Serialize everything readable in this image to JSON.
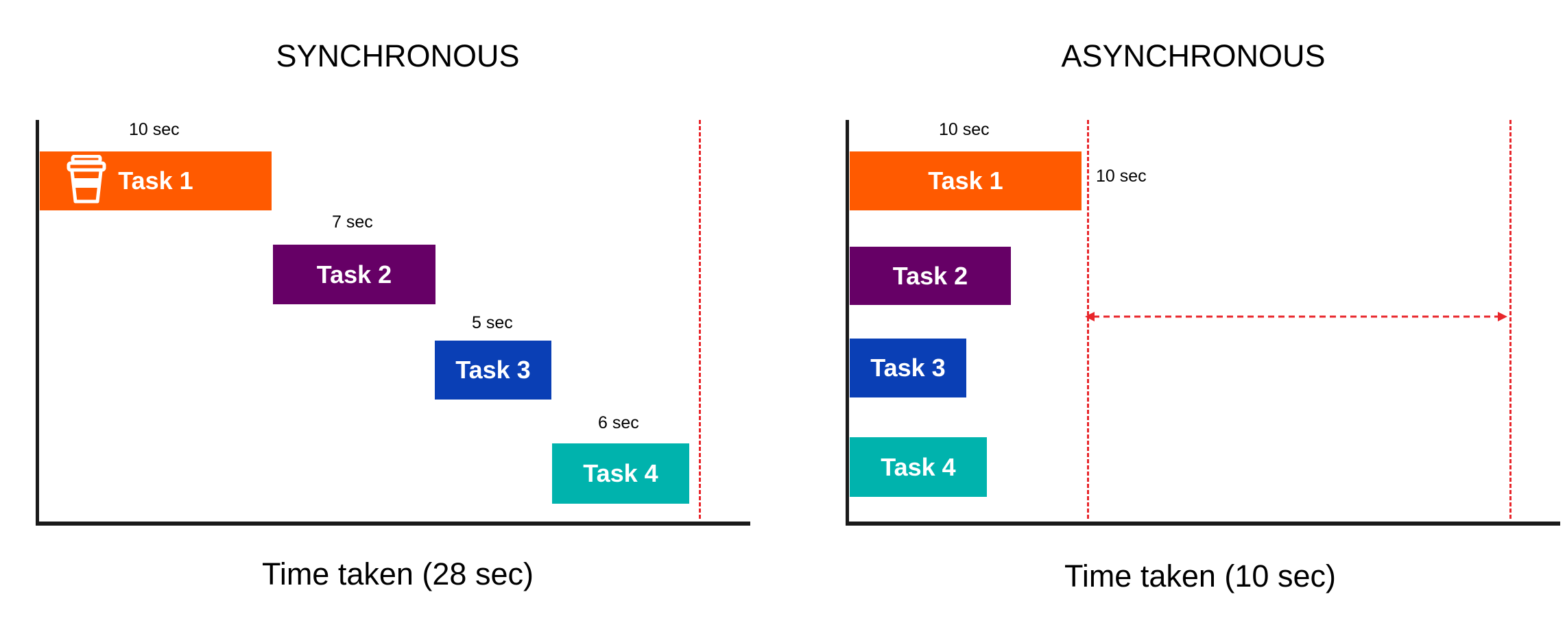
{
  "colors": {
    "task1": "#ff5a00",
    "task2": "#660066",
    "task3": "#0a3fb5",
    "task4": "#00b3ad",
    "deadline": "#e8262b",
    "axis": "#1a1a1a"
  },
  "sync": {
    "title": "SYNCHRONOUS",
    "caption": "Time taken (28 sec)",
    "tasks": [
      {
        "label": "Task 1",
        "duration_label": "10 sec",
        "icon": "coffee-cup-icon"
      },
      {
        "label": "Task 2",
        "duration_label": "7 sec"
      },
      {
        "label": "Task 3",
        "duration_label": "5 sec"
      },
      {
        "label": "Task 4",
        "duration_label": "6 sec"
      }
    ]
  },
  "async": {
    "title": "ASYNCHRONOUS",
    "caption": "Time taken (10 sec)",
    "tasks": [
      {
        "label": "Task 1",
        "duration_label": "10 sec"
      },
      {
        "label": "Task 2"
      },
      {
        "label": "Task 3"
      },
      {
        "label": "Task 4"
      }
    ],
    "marker_label": "10 sec"
  }
}
